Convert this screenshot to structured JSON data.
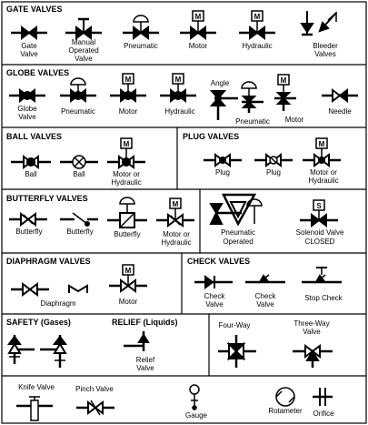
{
  "sections": {
    "gate": {
      "title": "GATE VALVES",
      "labels": {
        "gate": [
          "Gate",
          "Valve"
        ],
        "manual": [
          "Manual",
          "Operated",
          "Valve"
        ],
        "pneumatic": "Pneumatic",
        "motor": "Motor",
        "hydraulic": "Hydraulic",
        "bleeder": [
          "Bleeder",
          "Valves"
        ]
      }
    },
    "globe": {
      "title": "GLOBE VALVES",
      "labels": {
        "globe": [
          "Globe",
          "Valve"
        ],
        "pneumatic": "Pneumatic",
        "motor": "Motor",
        "hydraulic": "Hydraulic",
        "angle": "Angle",
        "pneumatic2": "Pneumatic",
        "motor2": "Motor",
        "needle": "Needle"
      }
    },
    "ball": {
      "title": "BALL VALVES",
      "labels": {
        "ball1": "Ball",
        "ball2": "Ball",
        "motor": [
          "Motor or",
          "Hydraulic"
        ]
      }
    },
    "plug": {
      "title": "PLUG VALVES",
      "labels": {
        "plug1": "Plug",
        "plug2": "Plug",
        "motor": [
          "Motor or",
          "Hydraulic"
        ]
      }
    },
    "butterfly": {
      "title": "BUTTERFLY VALVES",
      "labels": {
        "b1": "Butterfly",
        "b2": "Butterfly",
        "b3": "Butterfly",
        "motor": [
          "Motor or",
          "Hydraulic"
        ]
      }
    },
    "pneumatic_operated": {
      "labels": [
        "Pneumatic",
        "Operated"
      ]
    },
    "solenoid": {
      "labels": [
        "Solenoid Valve",
        "CLOSED"
      ],
      "mark": "S"
    },
    "diaphragm": {
      "title": "DIAPHRAGM VALVES",
      "labels": {
        "diaphragm": "Diaphragm",
        "motor": "Motor"
      }
    },
    "check": {
      "title": "CHECK VALVES",
      "labels": {
        "c1": [
          "Check",
          "Valve"
        ],
        "c2": [
          "Check",
          "Valve"
        ],
        "stop": "Stop Check"
      }
    },
    "safety": {
      "title": "SAFETY (Gases)"
    },
    "relief": {
      "title": "RELIEF (Liquids)",
      "labels": [
        "Relief",
        "Valve"
      ]
    },
    "fourway": {
      "title": "Four-Way"
    },
    "threeway": {
      "title": [
        "Three-Way",
        "Valve"
      ]
    },
    "misc": {
      "knife": "Knife Valve",
      "pinch": "Pinch Valve",
      "gauge": "Gauge",
      "rotameter": "Rotameter",
      "orifice": "Orifice"
    },
    "motor_mark": "M"
  }
}
